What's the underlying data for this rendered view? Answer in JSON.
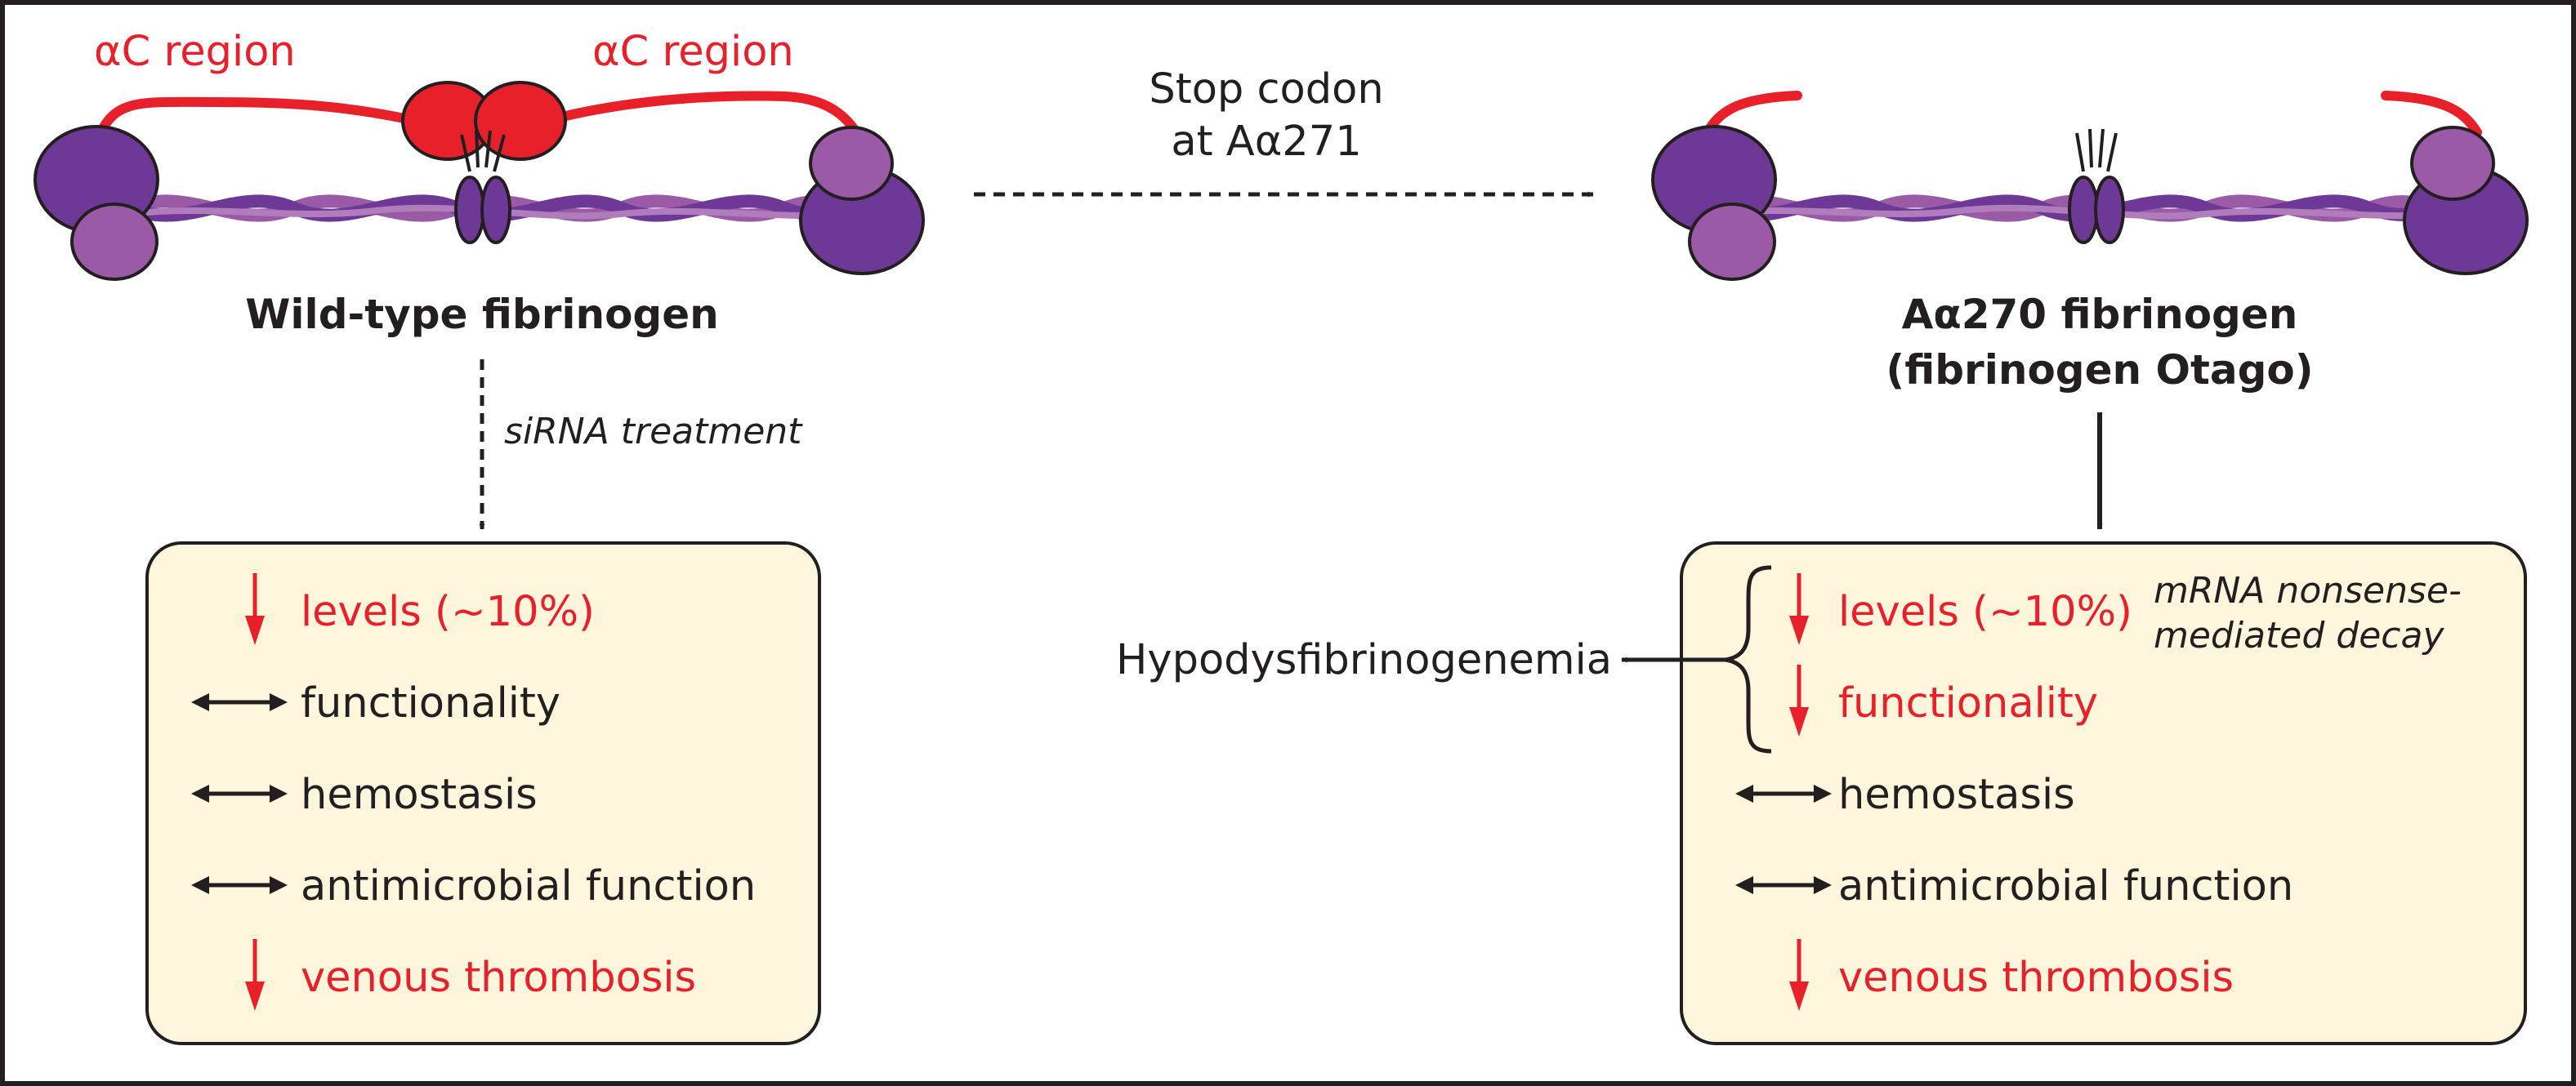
{
  "diagram": {
    "wild_type": {
      "ac_label_left": "αC region",
      "ac_label_right": "αC region",
      "title": "Wild-type fibrinogen",
      "treatment": "siRNA treatment",
      "effects": [
        {
          "arrow": "down",
          "text": "levels (~10%)"
        },
        {
          "arrow": "both",
          "text": "functionality"
        },
        {
          "arrow": "both",
          "text": "hemostasis"
        },
        {
          "arrow": "both",
          "text": "antimicrobial function"
        },
        {
          "arrow": "down",
          "text": "venous thrombosis"
        }
      ]
    },
    "mutation": {
      "line1": "Stop codon",
      "line2": "at Aα271"
    },
    "mutant": {
      "title_line1": "Aα270 fibrinogen",
      "title_line2": "(fibrinogen Otago)",
      "note_line1": "mRNA nonsense-",
      "note_line2": "mediated decay",
      "phenotype": "Hypodysfibrinogenemia",
      "effects": [
        {
          "arrow": "down",
          "text": "levels (~10%)"
        },
        {
          "arrow": "down",
          "text": "functionality"
        },
        {
          "arrow": "both",
          "text": "hemostasis"
        },
        {
          "arrow": "both",
          "text": "antimicrobial function"
        },
        {
          "arrow": "down",
          "text": "venous thrombosis"
        }
      ]
    },
    "colors": {
      "red": "#e8202a",
      "dark_purple": "#6e3896",
      "light_purple": "#9b5aa6",
      "box_fill": "#fdf6dc",
      "border": "#231f20"
    }
  }
}
